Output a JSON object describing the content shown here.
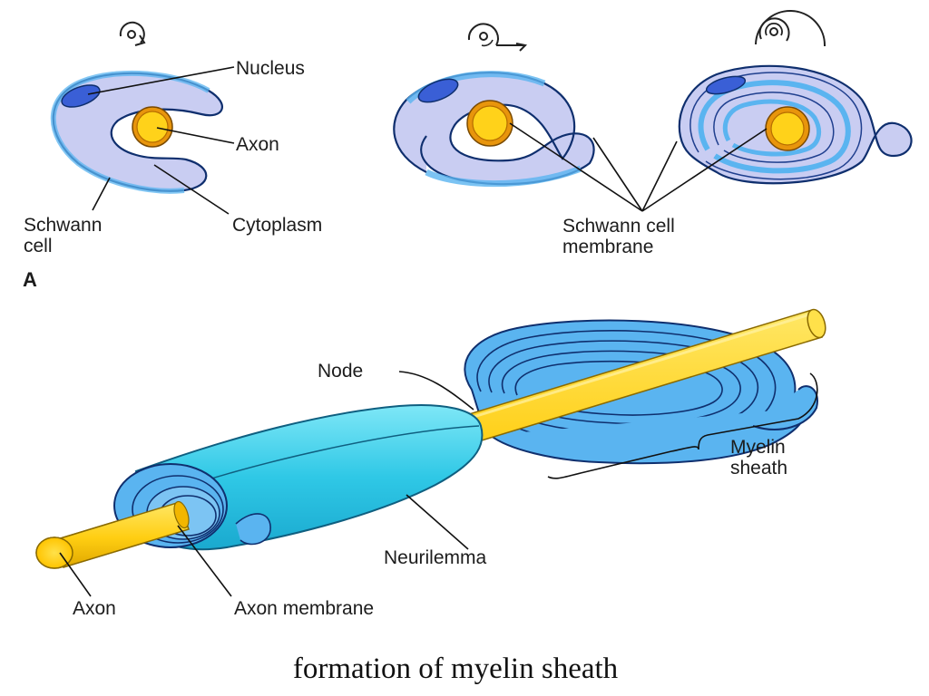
{
  "panel_a": {
    "panel_letter": "A",
    "labels": {
      "nucleus": "Nucleus",
      "axon": "Axon",
      "schwann_cell": [
        "Schwann",
        "cell"
      ],
      "cytoplasm": "Cytoplasm",
      "schwann_cell_membrane": [
        "Schwann cell",
        "membrane"
      ]
    }
  },
  "panel_b": {
    "labels": {
      "node": "Node",
      "myelin_sheath": [
        "Myelin",
        "sheath"
      ],
      "neurilemma": "Neurilemma",
      "axon": "Axon",
      "axon_membrane": "Axon membrane"
    }
  },
  "caption": "formation of myelin sheath",
  "colors": {
    "cytoplasm": "#c9cdf2",
    "cell_outline_blue": "#5ab4f0",
    "nucleus": "#3a5fd6",
    "axon_yellow": "#ffd21a",
    "axon_orange": "#e8950c",
    "neurilemma_cyan": "#3fd0ea"
  }
}
